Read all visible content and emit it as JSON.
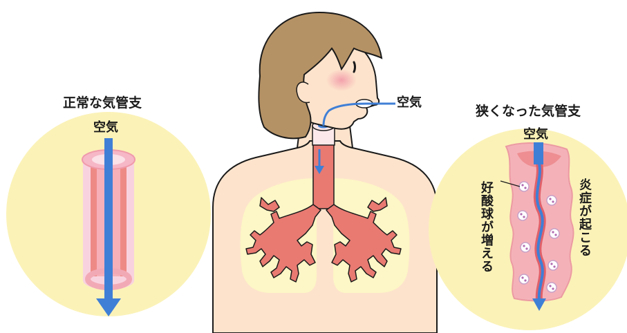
{
  "labels": {
    "normal_title": "正常な気管支",
    "narrowed_title": "狭くなった気管支",
    "air_mouth": "空気",
    "air_normal": "空気",
    "air_narrowed": "空気",
    "inflammation": "炎症が起こる",
    "eosinophils": "好酸球が増える"
  },
  "colors": {
    "circle_bg": "#fbf2b8",
    "skin": "#fde3cc",
    "lung_fill": "#fdf6c6",
    "bronchi": "#e87a72",
    "tube_pink": "#f6c8d8",
    "air_blue": "#3f7fd6",
    "hair": "#b59265",
    "outline": "#1a1a1a"
  }
}
